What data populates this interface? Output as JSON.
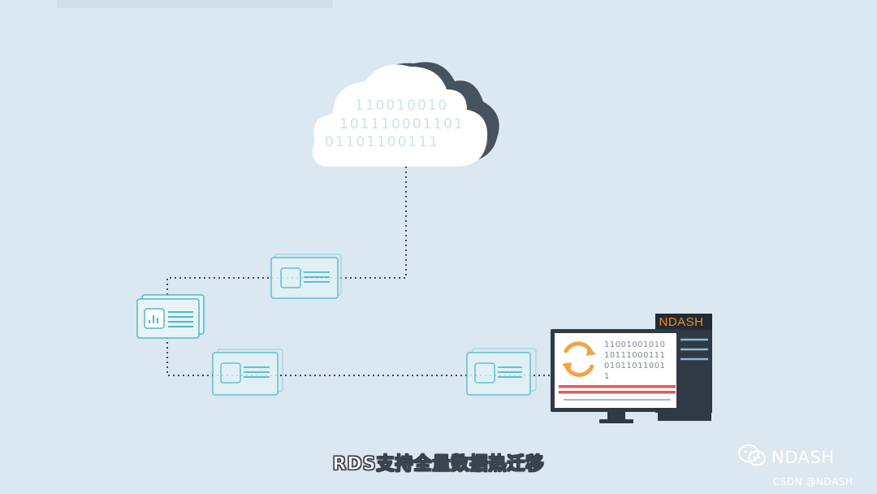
{
  "cloud": {
    "binary_lines": [
      "110010010",
      "101110001101",
      "01101100111"
    ]
  },
  "server": {
    "label": "NDASH",
    "monitor_code": "11001001010\n10111000111\n01011011001\n1"
  },
  "subtitle": "RDS支持全量数据热迁移",
  "watermark": {
    "brand": "NDASH",
    "icon": "wechat-icon",
    "source": "CSDN @NDASH"
  },
  "colors": {
    "background": "#dbe7f1",
    "cloud": "#ffffff",
    "cloud_shadow": "#46525e",
    "packet": "#4fb8c8",
    "sync_icon": "#f3a244",
    "server_label": "#f08a24",
    "monitor_stripe_red": "#e05a5a",
    "monitor_stripe_blue": "#9fb8d8"
  }
}
